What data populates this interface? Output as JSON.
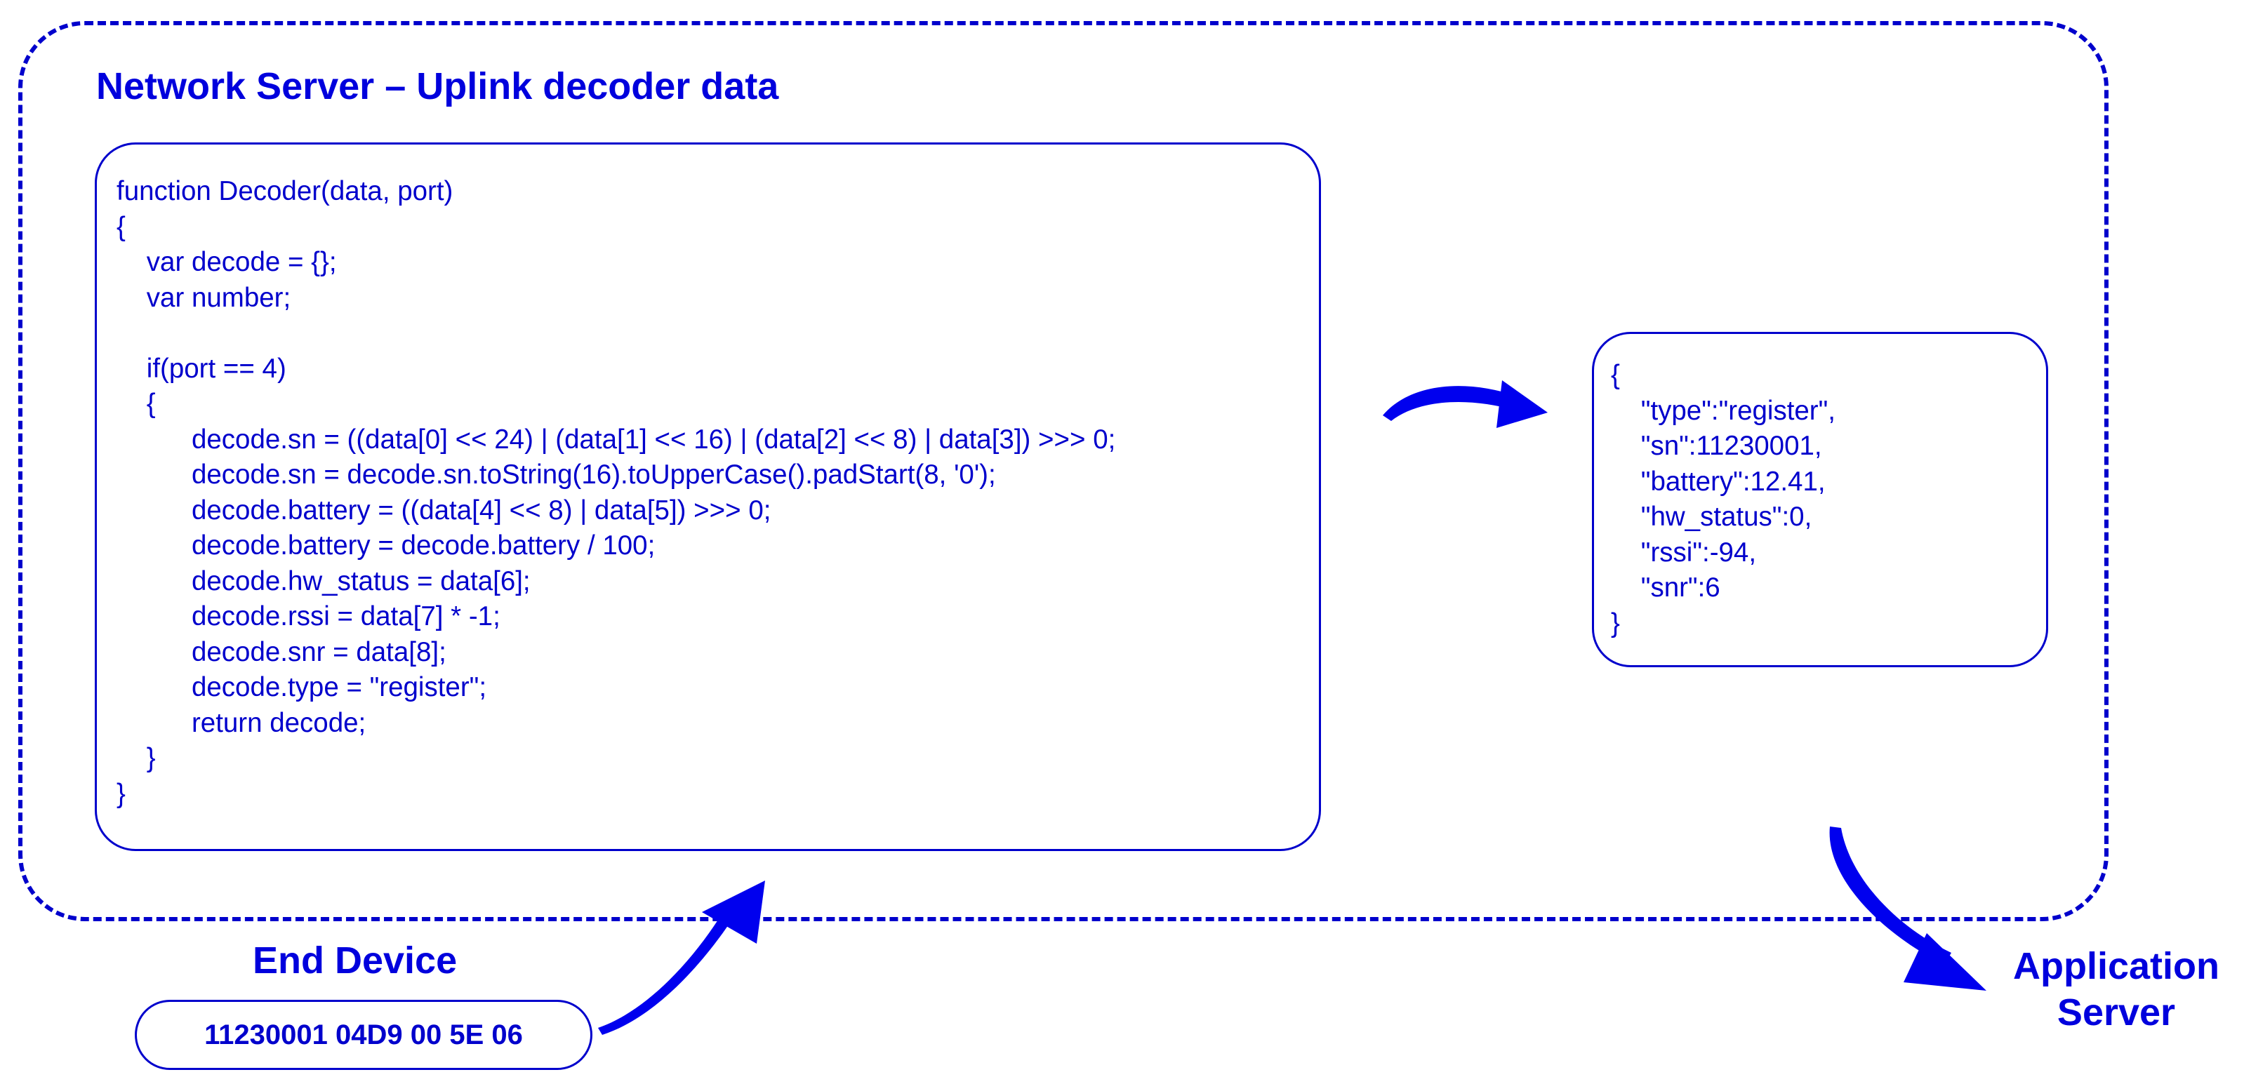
{
  "network_server": {
    "title": "Network Server – Uplink decoder data",
    "decoder_code": [
      "function Decoder(data, port)",
      "{",
      "    var decode = {};",
      "    var number;",
      "",
      "    if(port == 4)",
      "    {",
      "          decode.sn = ((data[0] << 24) | (data[1] << 16) | (data[2] << 8) | data[3]) >>> 0;",
      "          decode.sn = decode.sn.toString(16).toUpperCase().padStart(8, '0');",
      "          decode.battery = ((data[4] << 8) | data[5]) >>> 0;",
      "          decode.battery = decode.battery / 100;",
      "          decode.hw_status = data[6];",
      "          decode.rssi = data[7] * -1;",
      "          decode.snr = data[8];",
      "          decode.type = \"register\";",
      "          return decode;",
      "    }",
      "}"
    ],
    "decoded_output": [
      "{",
      "    \"type\":\"register\",",
      "    \"sn\":11230001,",
      "    \"battery\":12.41,",
      "    \"hw_status\":0,",
      "    \"rssi\":-94,",
      "    \"snr\":6",
      "}"
    ]
  },
  "end_device": {
    "label": "End Device",
    "payload": "11230001 04D9 00 5E 06"
  },
  "application_server": {
    "label_line1": "Application",
    "label_line2": "Server"
  },
  "colors": {
    "primary": "#0000cc",
    "arrow": "#0000ee"
  }
}
